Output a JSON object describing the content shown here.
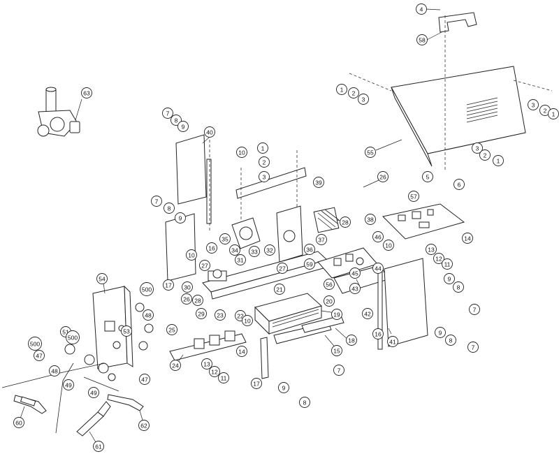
{
  "callouts": [
    {
      "label": "4"
    },
    {
      "label": "58"
    },
    {
      "label": "63"
    },
    {
      "label": "1"
    },
    {
      "label": "2"
    },
    {
      "label": "3"
    },
    {
      "label": "55"
    },
    {
      "label": "2"
    },
    {
      "label": "3"
    },
    {
      "label": "1"
    },
    {
      "label": "3"
    },
    {
      "label": "2"
    },
    {
      "label": "1"
    },
    {
      "label": "5"
    },
    {
      "label": "6"
    },
    {
      "label": "7"
    },
    {
      "label": "8"
    },
    {
      "label": "9"
    },
    {
      "label": "40"
    },
    {
      "label": "10"
    },
    {
      "label": "1"
    },
    {
      "label": "2"
    },
    {
      "label": "3"
    },
    {
      "label": "39"
    },
    {
      "label": "26"
    },
    {
      "label": "57"
    },
    {
      "label": "7"
    },
    {
      "label": "8"
    },
    {
      "label": "9"
    },
    {
      "label": "28"
    },
    {
      "label": "38"
    },
    {
      "label": "35"
    },
    {
      "label": "34"
    },
    {
      "label": "33"
    },
    {
      "label": "31"
    },
    {
      "label": "32"
    },
    {
      "label": "37"
    },
    {
      "label": "36"
    },
    {
      "label": "59"
    },
    {
      "label": "46"
    },
    {
      "label": "10"
    },
    {
      "label": "13"
    },
    {
      "label": "12"
    },
    {
      "label": "11"
    },
    {
      "label": "14"
    },
    {
      "label": "10"
    },
    {
      "label": "16"
    },
    {
      "label": "27"
    },
    {
      "label": "27"
    },
    {
      "label": "45"
    },
    {
      "label": "44"
    },
    {
      "label": "17"
    },
    {
      "label": "54"
    },
    {
      "label": "500"
    },
    {
      "label": "30"
    },
    {
      "label": "26"
    },
    {
      "label": "28"
    },
    {
      "label": "29"
    },
    {
      "label": "21"
    },
    {
      "label": "56"
    },
    {
      "label": "43"
    },
    {
      "label": "20"
    },
    {
      "label": "9"
    },
    {
      "label": "8"
    },
    {
      "label": "7"
    },
    {
      "label": "42"
    },
    {
      "label": "23"
    },
    {
      "label": "22"
    },
    {
      "label": "10"
    },
    {
      "label": "19"
    },
    {
      "label": "48"
    },
    {
      "label": "25"
    },
    {
      "label": "51"
    },
    {
      "label": "500"
    },
    {
      "label": "53"
    },
    {
      "label": "16"
    },
    {
      "label": "500"
    },
    {
      "label": "47"
    },
    {
      "label": "41"
    },
    {
      "label": "9"
    },
    {
      "label": "8"
    },
    {
      "label": "7"
    },
    {
      "label": "18"
    },
    {
      "label": "14"
    },
    {
      "label": "15"
    },
    {
      "label": "24"
    },
    {
      "label": "13"
    },
    {
      "label": "12"
    },
    {
      "label": "11"
    },
    {
      "label": "48"
    },
    {
      "label": "7"
    },
    {
      "label": "49"
    },
    {
      "label": "47"
    },
    {
      "label": "17"
    },
    {
      "label": "9"
    },
    {
      "label": "49"
    },
    {
      "label": "8"
    },
    {
      "label": "60"
    },
    {
      "label": "62"
    },
    {
      "label": "61"
    }
  ]
}
